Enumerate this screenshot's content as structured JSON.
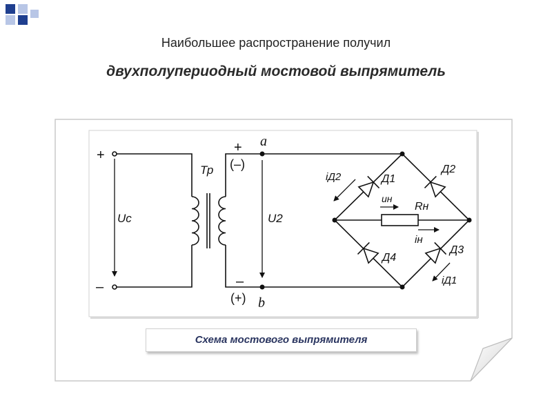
{
  "slide": {
    "subtitle": "Наибольшее распространение получил",
    "title": "двухполупериодный мостовой выпрямитель",
    "caption": "Схема мостового выпрямителя"
  },
  "circuit": {
    "input_plus": "+",
    "input_minus": "–",
    "input_voltage": "Uc",
    "transformer": "Тр",
    "out_plus": "+",
    "out_plus_alt": "(–)",
    "out_minus": "–",
    "out_minus_alt": "(+)",
    "node_a": "a",
    "node_b": "b",
    "output_voltage": "U2",
    "diode1": "Д1",
    "diode2": "Д2",
    "diode3": "Д3",
    "diode4": "Д4",
    "current_d2": "iД2",
    "current_d1": "iД1",
    "load_voltage": "uн",
    "load_resistor": "Rн",
    "load_current": "iн"
  },
  "colors": {
    "logo_blue": "#1f3f8f",
    "logo_light": "#b8c6e6",
    "caption_text": "#2a3560",
    "wire": "#111111"
  }
}
